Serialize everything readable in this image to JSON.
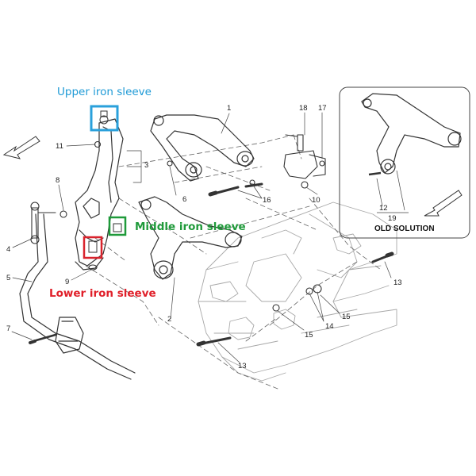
{
  "callouts": {
    "upper": {
      "text": "Upper iron sleeve",
      "color": "#1e9ad6"
    },
    "middle": {
      "text": "Middle iron sleeve",
      "color": "#1f9a3a"
    },
    "lower": {
      "text": "Lower iron sleeve",
      "color": "#e0202a"
    }
  },
  "part_numbers": {
    "n1": "1",
    "n2": "2",
    "n3": "3",
    "n4": "4",
    "n5": "5",
    "n6": "6",
    "n7": "7",
    "n8": "8",
    "n9": "9",
    "n10": "10",
    "n11": "11",
    "n12": "12",
    "n13a": "13",
    "n13b": "13",
    "n14": "14",
    "n15a": "15",
    "n15b": "15",
    "n16": "16",
    "n17": "17",
    "n18": "18",
    "n19": "19"
  },
  "inset": {
    "label": "OLD SOLUTION"
  }
}
